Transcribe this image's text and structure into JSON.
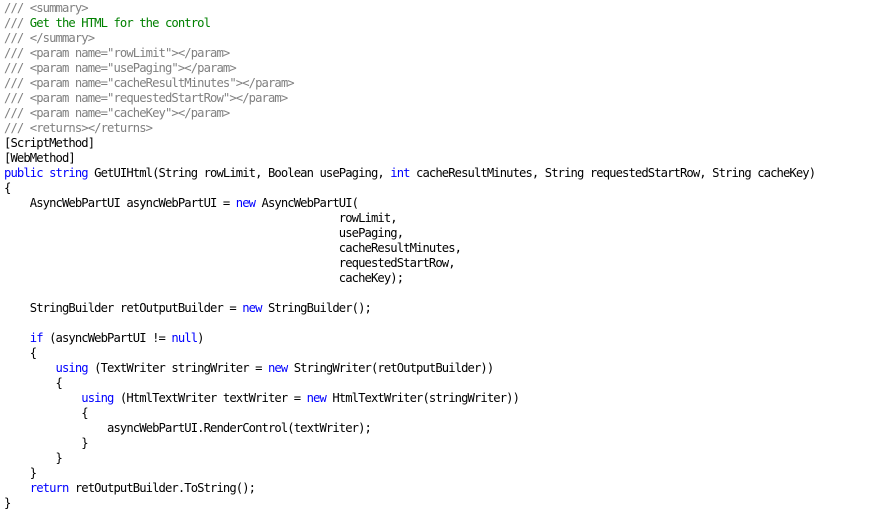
{
  "colors": {
    "background": "#ffffff",
    "plain": "#000000",
    "keyword": "#0000ff",
    "doc_comment_tag": "#808080",
    "comment_text": "#008000"
  },
  "lines": [
    [
      {
        "t": "/// <summary>",
        "s": "c"
      }
    ],
    [
      {
        "t": "/// ",
        "s": "c"
      },
      {
        "t": "Get the HTML for the control",
        "s": "g"
      }
    ],
    [
      {
        "t": "/// </summary>",
        "s": "c"
      }
    ],
    [
      {
        "t": "/// <param name=\"rowLimit\"></param>",
        "s": "c"
      }
    ],
    [
      {
        "t": "/// <param name=\"usePaging\"></param>",
        "s": "c"
      }
    ],
    [
      {
        "t": "/// <param name=\"cacheResultMinutes\"></param>",
        "s": "c"
      }
    ],
    [
      {
        "t": "/// <param name=\"requestedStartRow\"></param>",
        "s": "c"
      }
    ],
    [
      {
        "t": "/// <param name=\"cacheKey\"></param>",
        "s": "c"
      }
    ],
    [
      {
        "t": "/// <returns></returns>",
        "s": "c"
      }
    ],
    [
      {
        "t": "[ScriptMethod]",
        "s": "p"
      }
    ],
    [
      {
        "t": "[WebMethod]",
        "s": "p"
      }
    ],
    [
      {
        "t": "public",
        "s": "k"
      },
      {
        "t": " ",
        "s": "p"
      },
      {
        "t": "string",
        "s": "k"
      },
      {
        "t": " GetUIHtml(String rowLimit, Boolean usePaging, ",
        "s": "p"
      },
      {
        "t": "int",
        "s": "k"
      },
      {
        "t": " cacheResultMinutes, String requestedStartRow, String cacheKey)",
        "s": "p"
      }
    ],
    [
      {
        "t": "{",
        "s": "p"
      }
    ],
    [
      {
        "t": "    AsyncWebPartUI asyncWebPartUI = ",
        "s": "p"
      },
      {
        "t": "new",
        "s": "k"
      },
      {
        "t": " AsyncWebPartUI(",
        "s": "p"
      }
    ],
    [
      {
        "t": "                                                    rowLimit,",
        "s": "p"
      }
    ],
    [
      {
        "t": "                                                    usePaging,",
        "s": "p"
      }
    ],
    [
      {
        "t": "                                                    cacheResultMinutes,",
        "s": "p"
      }
    ],
    [
      {
        "t": "                                                    requestedStartRow,",
        "s": "p"
      }
    ],
    [
      {
        "t": "                                                    cacheKey);",
        "s": "p"
      }
    ],
    [
      {
        "t": "",
        "s": "p"
      }
    ],
    [
      {
        "t": "    StringBuilder retOutputBuilder = ",
        "s": "p"
      },
      {
        "t": "new",
        "s": "k"
      },
      {
        "t": " StringBuilder();",
        "s": "p"
      }
    ],
    [
      {
        "t": "",
        "s": "p"
      }
    ],
    [
      {
        "t": "    ",
        "s": "p"
      },
      {
        "t": "if",
        "s": "k"
      },
      {
        "t": " (asyncWebPartUI != ",
        "s": "p"
      },
      {
        "t": "null",
        "s": "k"
      },
      {
        "t": ")",
        "s": "p"
      }
    ],
    [
      {
        "t": "    {",
        "s": "p"
      }
    ],
    [
      {
        "t": "        ",
        "s": "p"
      },
      {
        "t": "using",
        "s": "k"
      },
      {
        "t": " (TextWriter stringWriter = ",
        "s": "p"
      },
      {
        "t": "new",
        "s": "k"
      },
      {
        "t": " StringWriter(retOutputBuilder))",
        "s": "p"
      }
    ],
    [
      {
        "t": "        {",
        "s": "p"
      }
    ],
    [
      {
        "t": "            ",
        "s": "p"
      },
      {
        "t": "using",
        "s": "k"
      },
      {
        "t": " (HtmlTextWriter textWriter = ",
        "s": "p"
      },
      {
        "t": "new",
        "s": "k"
      },
      {
        "t": " HtmlTextWriter(stringWriter))",
        "s": "p"
      }
    ],
    [
      {
        "t": "            {",
        "s": "p"
      }
    ],
    [
      {
        "t": "                asyncWebPartUI.RenderControl(textWriter);",
        "s": "p"
      }
    ],
    [
      {
        "t": "            }",
        "s": "p"
      }
    ],
    [
      {
        "t": "        }",
        "s": "p"
      }
    ],
    [
      {
        "t": "    }",
        "s": "p"
      }
    ],
    [
      {
        "t": "    ",
        "s": "p"
      },
      {
        "t": "return",
        "s": "k"
      },
      {
        "t": " retOutputBuilder.ToString();",
        "s": "p"
      }
    ],
    [
      {
        "t": "}",
        "s": "p"
      }
    ]
  ]
}
